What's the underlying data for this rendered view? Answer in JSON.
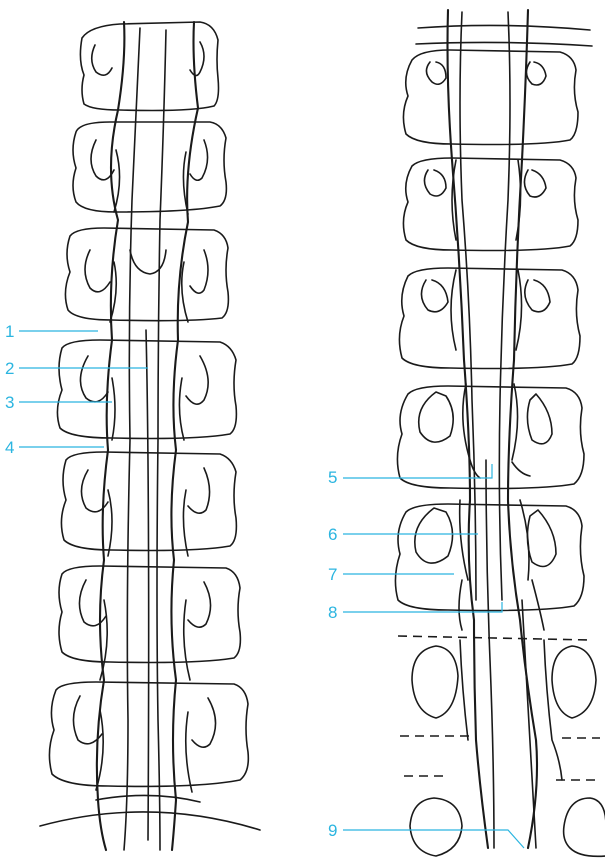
{
  "figure": {
    "accent_color": "#2bb5e0",
    "ink_color": "#1a1a1a",
    "callouts": [
      "1",
      "2",
      "3",
      "4",
      "5",
      "6",
      "7",
      "8",
      "9"
    ]
  }
}
